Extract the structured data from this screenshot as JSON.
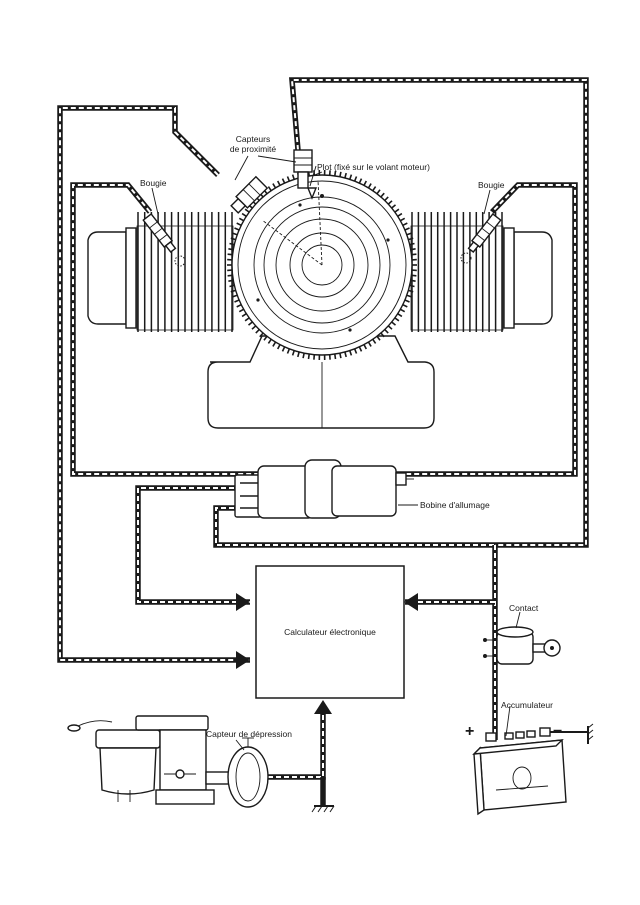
{
  "labels": {
    "capteurs": [
      "Capteurs",
      "de proximité"
    ],
    "plot": "Plot (fixé sur le volant moteur)",
    "bougie_left": "Bougie",
    "bougie_right": "Bougie",
    "bobine": "Bobine d'allumage",
    "calculateur": "Calculateur électronique",
    "contact": "Contact",
    "accumulateur": "Accumulateur",
    "capteur_depression": "Capteur de dépression",
    "battery_plus": "+",
    "battery_minus": "−"
  },
  "colors": {
    "ink": "#1a1a1a",
    "paper": "#ffffff"
  }
}
